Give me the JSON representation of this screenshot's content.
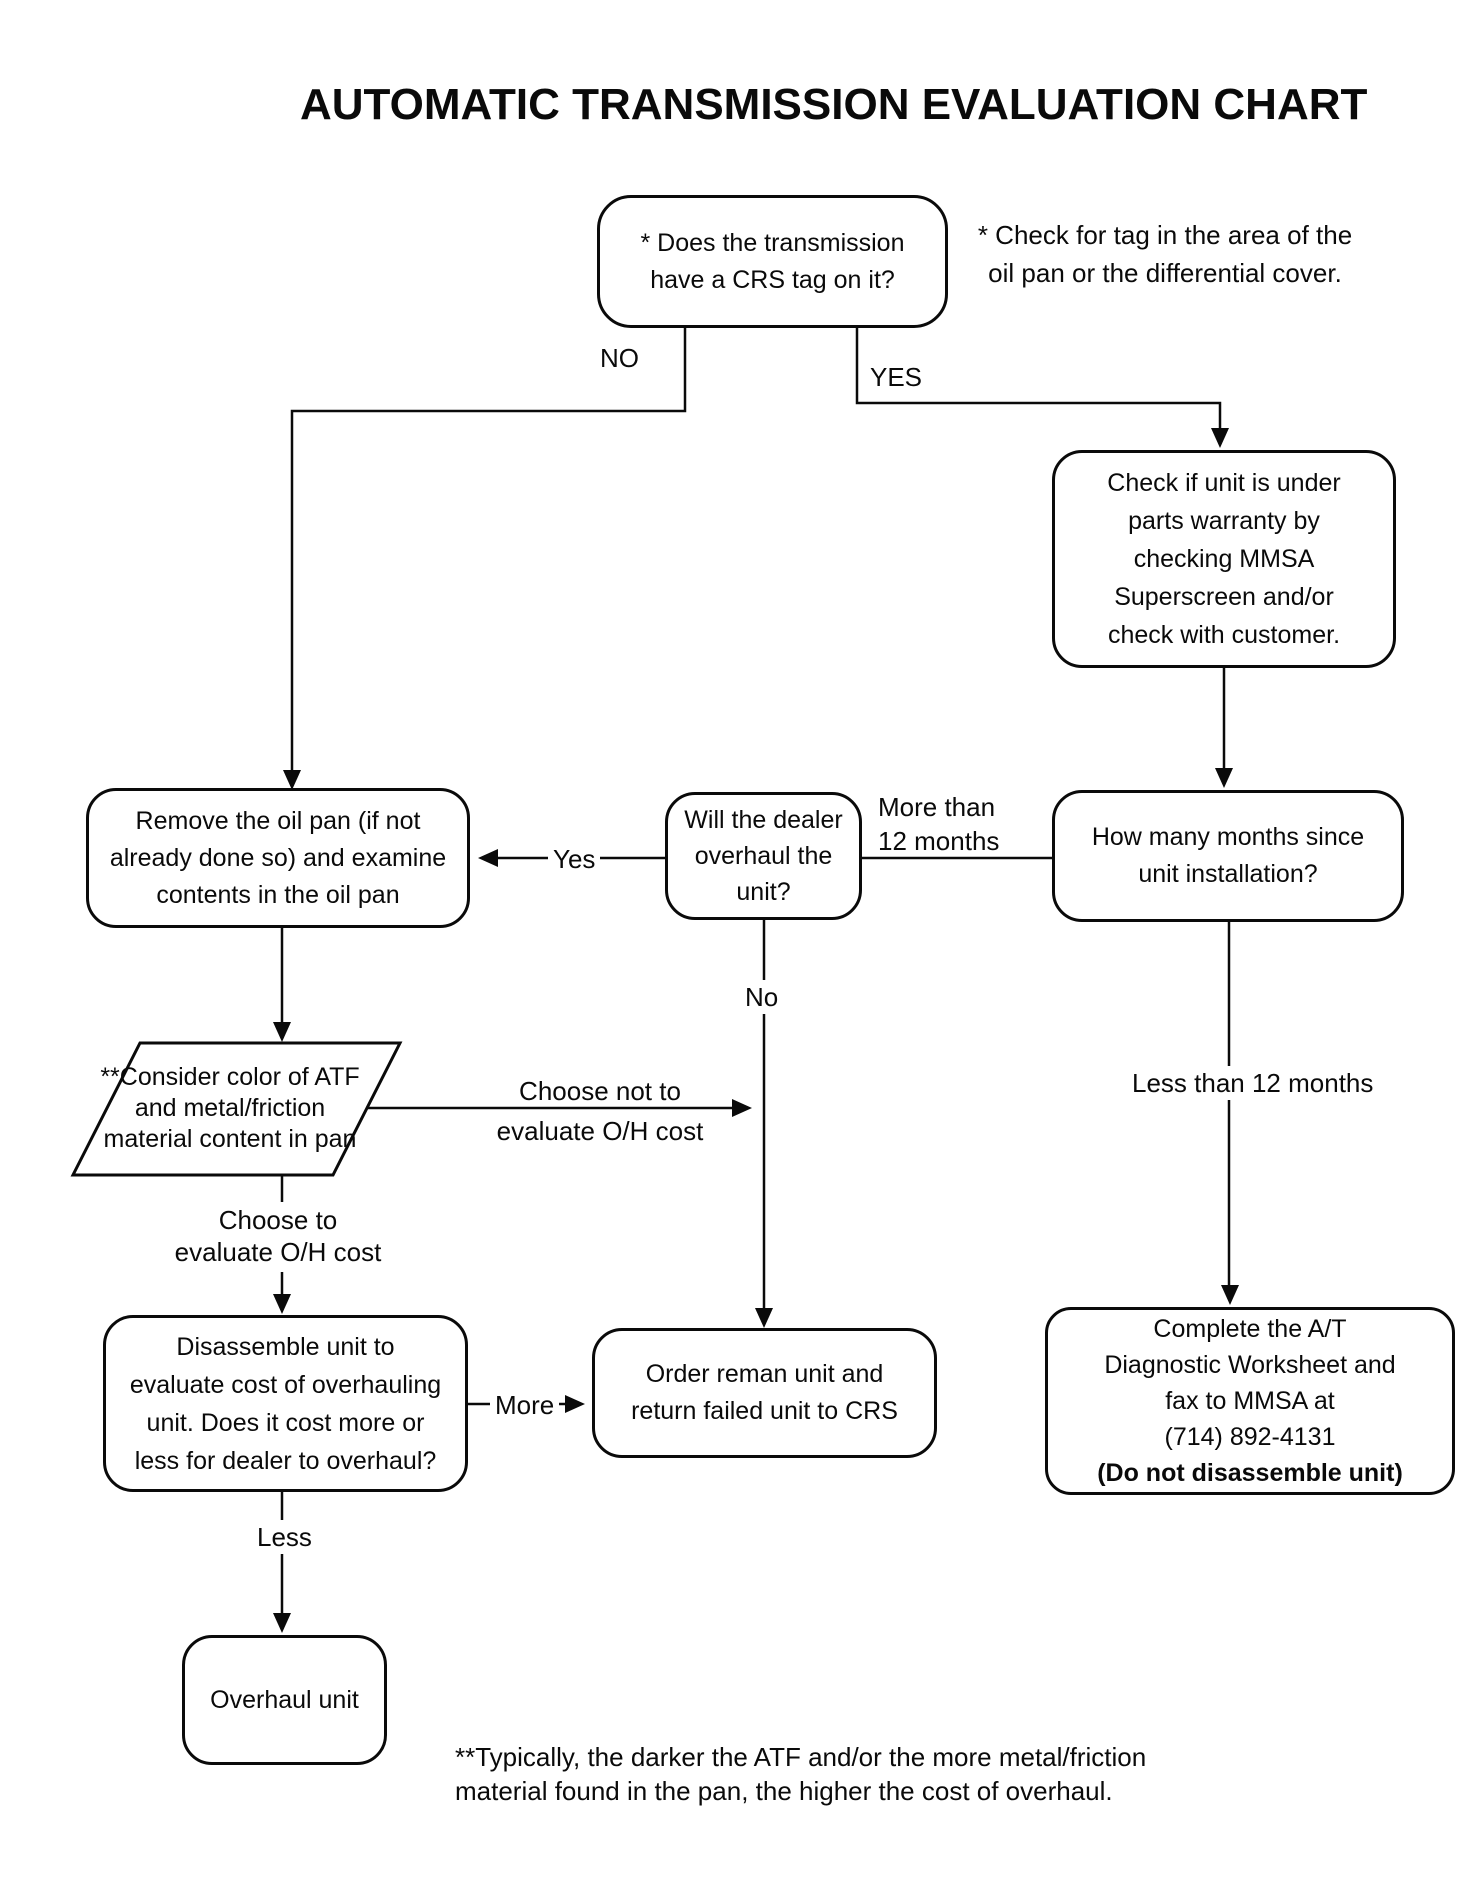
{
  "title": "AUTOMATIC TRANSMISSION EVALUATION CHART",
  "nodes": {
    "crs_tag": {
      "lines": [
        "* Does the transmission",
        "have a CRS tag on it?"
      ]
    },
    "check_warranty": {
      "lines": [
        "Check if unit is under",
        "parts warranty by",
        "checking MMSA",
        "Superscreen and/or",
        "check with customer."
      ]
    },
    "months_since": {
      "lines": [
        "How many months since",
        "unit installation?"
      ]
    },
    "will_overhaul": {
      "lines": [
        "Will the dealer",
        "overhaul the",
        "unit?"
      ]
    },
    "remove_pan": {
      "lines": [
        "Remove the oil pan (if not",
        "already done so) and examine",
        "contents in the oil pan"
      ]
    },
    "consider_atf": {
      "shape": "parallelogram",
      "lines": [
        "**Consider color of ATF",
        "and metal/friction",
        "material content in pan"
      ]
    },
    "disassemble": {
      "lines": [
        "Disassemble unit to",
        "evaluate cost of overhauling",
        "unit. Does it cost more or",
        "less for dealer to overhaul?"
      ]
    },
    "order_reman": {
      "lines": [
        "Order reman unit and",
        "return failed unit to CRS"
      ]
    },
    "complete_worksheet": {
      "lines": [
        "Complete the A/T",
        "Diagnostic Worksheet and",
        "fax to MMSA at",
        "(714) 892-4131"
      ],
      "bold_line": "(Do not disassemble unit)"
    },
    "overhaul_unit": {
      "lines": [
        "Overhaul unit"
      ]
    }
  },
  "edge_labels": {
    "no_top": "NO",
    "yes_top": "YES",
    "more_than": [
      "More than",
      "12 months"
    ],
    "less_than": "Less than 12 months",
    "yes_mid": "Yes",
    "no_mid": "No",
    "choose_not": [
      "Choose not to",
      "evaluate O/H cost"
    ],
    "choose_to": [
      "Choose to",
      "evaluate O/H cost"
    ],
    "more": "More",
    "less": "Less"
  },
  "annotations": {
    "tag_note": [
      "* Check for tag in the area of the",
      "oil pan or the differential cover."
    ],
    "footnote": [
      "**Typically, the darker the ATF and/or the more metal/friction",
      "material found in the pan, the higher the cost of overhaul."
    ]
  },
  "colors": {
    "ink": "#0a0a0a",
    "paper": "#ffffff"
  }
}
